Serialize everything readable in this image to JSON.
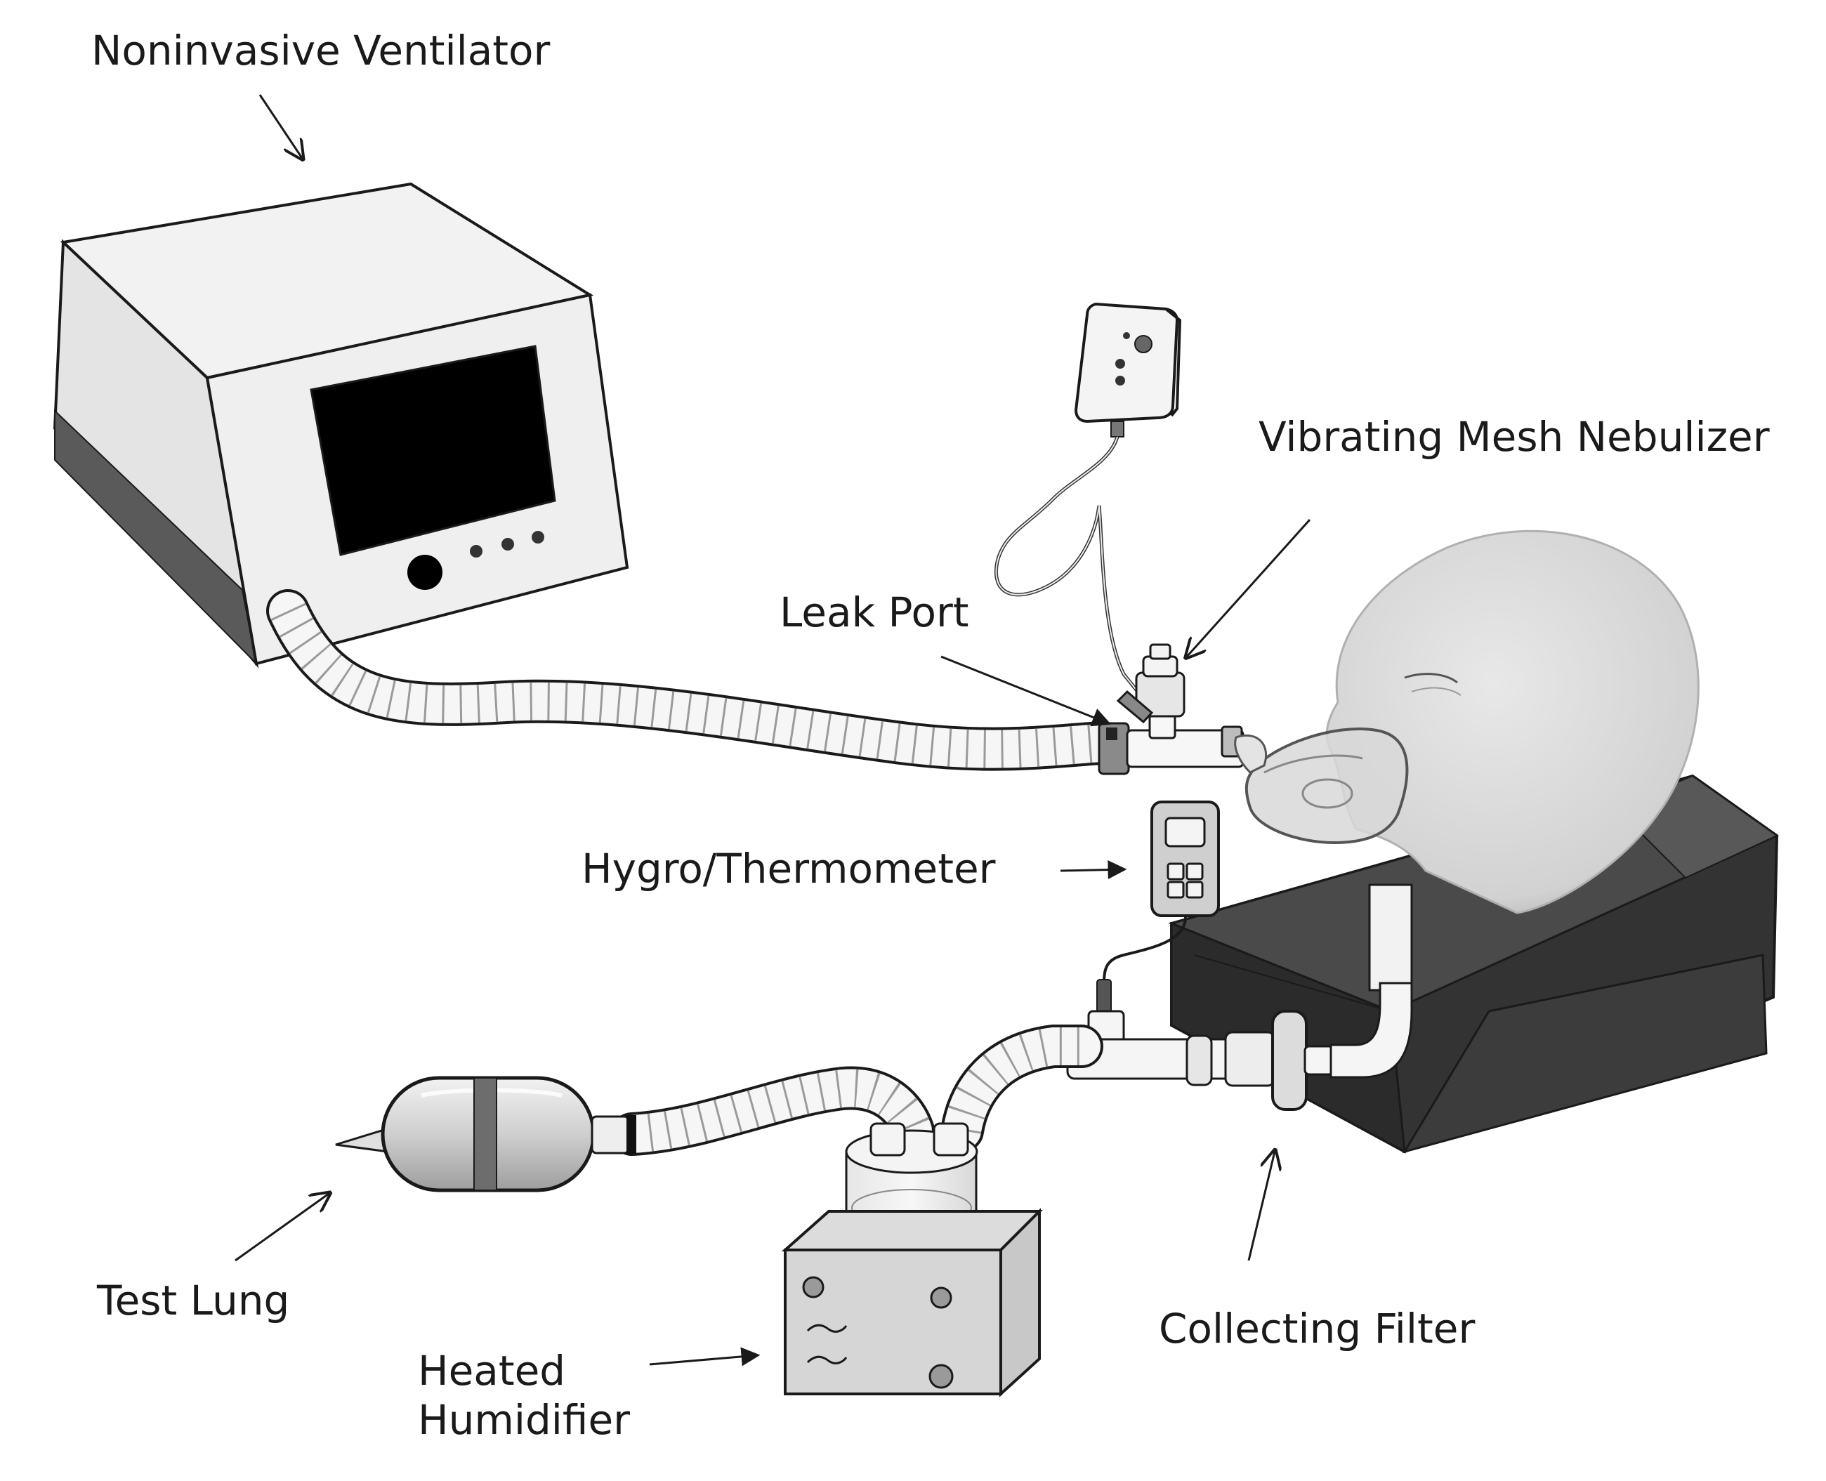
{
  "labels": {
    "ventilator": "Noninvasive Ventilator",
    "nebulizer": "Vibrating Mesh Nebulizer",
    "leak_port": "Leak Port",
    "hygro": "Hygro/Thermometer",
    "test_lung": "Test Lung",
    "humidifier_line1": "Heated",
    "humidifier_line2": "Humidifier",
    "filter": "Collecting Filter"
  },
  "colors": {
    "outline": "#1a1a1a",
    "device_face": "#ececec",
    "device_side": "#dcdcdc",
    "screen": "#000000",
    "wedge": "#3a3a3a",
    "head": "#d9d9d9",
    "tubing": "#f4f4f4"
  }
}
